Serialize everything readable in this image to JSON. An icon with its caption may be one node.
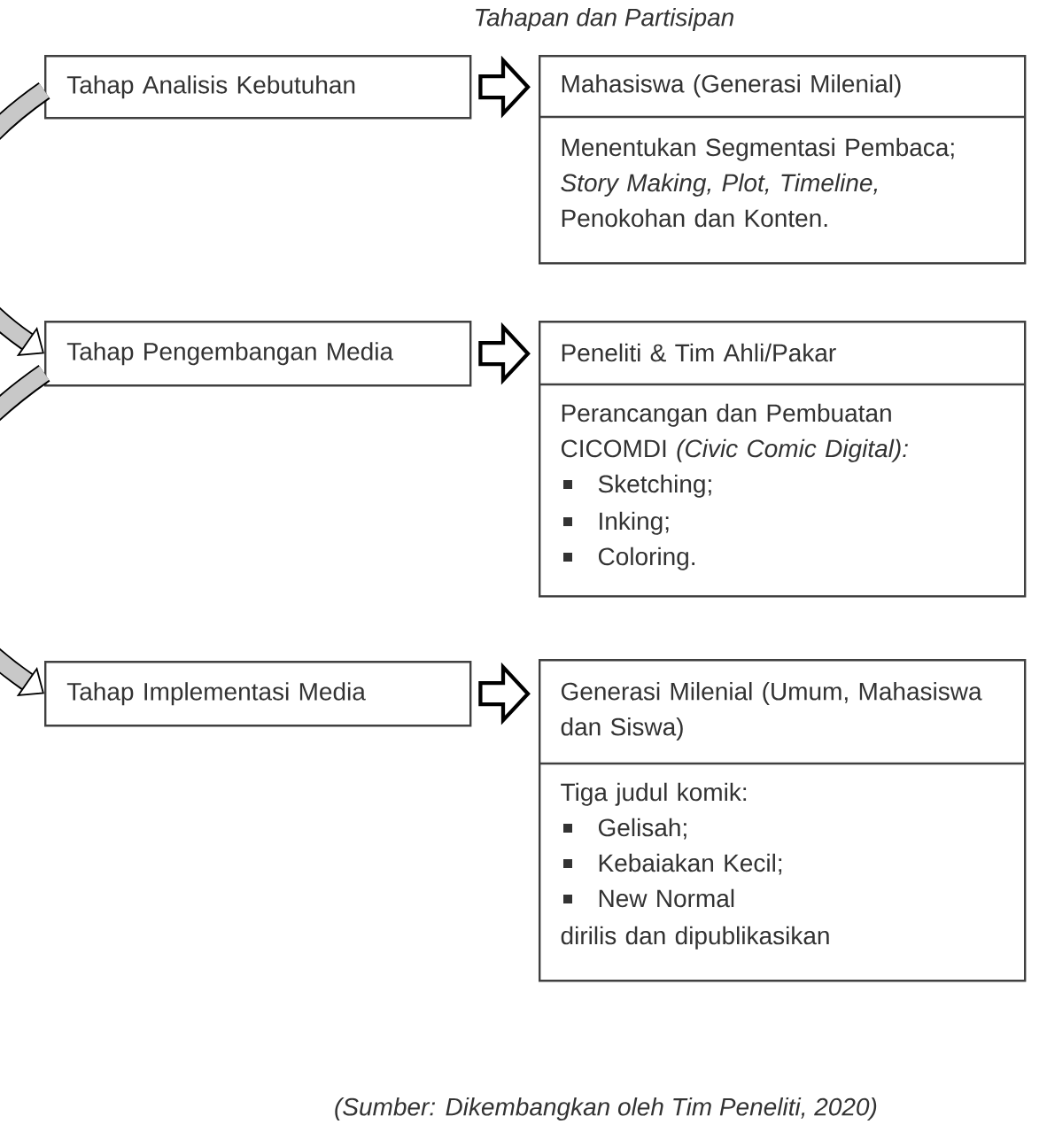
{
  "diagram": {
    "title": "Tahapan dan Partisipan",
    "caption": "(Sumber: Dikembangkan oleh Tim Peneliti, 2020)",
    "nodes": [
      {
        "text": [
          "Tahap Analisis Kebutuhan"
        ]
      },
      {
        "text": [
          "Mahasiswa (Generasi Milenial)",
          "Menentukan Segmentasi Pembaca; *Story Making, Plot, Timeline,* Penokohan dan Konten."
        ]
      },
      {
        "text": [
          "Tahap Pengembangan Media"
        ]
      },
      {
        "text": [
          "Peneliti & Tim Ahli/Pakar",
          "Perancangan dan Pembuatan CICOMDI *(Civic Comic Digital):*",
          "Sketching;",
          "Inking;",
          "Coloring."
        ]
      },
      {
        "text": [
          "Tahap Implementasi Media"
        ]
      },
      {
        "text": [
          "Generasi Milenial (Umum, Mahasiswa dan Siswa)",
          "Tiga judul komik:",
          "Gelisah;",
          "Kebaiakan Kecil;",
          "New Normal",
          "dirilis dan dipublikasikan"
        ]
      }
    ],
    "edges": [
      {
        "from": 0,
        "to": 1,
        "arrow": "to"
      },
      {
        "from": 0,
        "to": 2,
        "arrow": "to"
      },
      {
        "from": 2,
        "to": 3,
        "arrow": "to"
      },
      {
        "from": 2,
        "to": 4,
        "arrow": "to"
      },
      {
        "from": 4,
        "to": 5,
        "arrow": "to"
      }
    ]
  }
}
